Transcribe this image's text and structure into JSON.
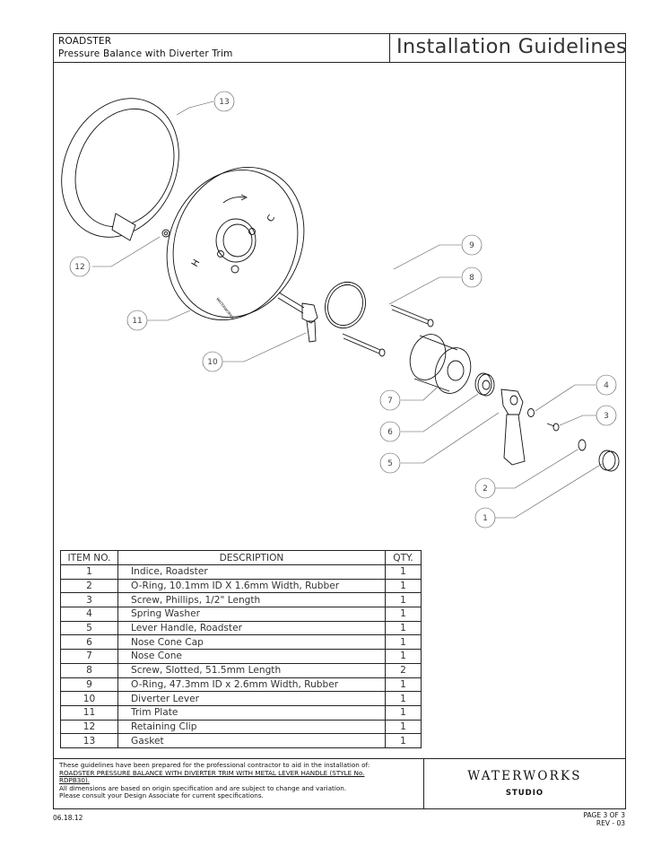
{
  "header": {
    "product": "ROADSTER",
    "subtitle": "Pressure Balance with Diverter Trim",
    "title": "Installation Guidelines"
  },
  "callouts": [
    "13",
    "12",
    "11",
    "10",
    "9",
    "8",
    "7",
    "6",
    "5",
    "4",
    "3",
    "2",
    "1"
  ],
  "bom": {
    "headers": {
      "item": "ITEM NO.",
      "description": "DESCRIPTION",
      "qty": "QTY."
    },
    "rows": [
      {
        "item": "1",
        "description": "Indice, Roadster",
        "qty": "1"
      },
      {
        "item": "2",
        "description": "O-Ring, 10.1mm ID X 1.6mm Width, Rubber",
        "qty": "1"
      },
      {
        "item": "3",
        "description": "Screw, Phillips, 1/2\" Length",
        "qty": "1"
      },
      {
        "item": "4",
        "description": "Spring Washer",
        "qty": "1"
      },
      {
        "item": "5",
        "description": "Lever Handle, Roadster",
        "qty": "1"
      },
      {
        "item": "6",
        "description": "Nose Cone Cap",
        "qty": "1"
      },
      {
        "item": "7",
        "description": "Nose Cone",
        "qty": "1"
      },
      {
        "item": "8",
        "description": "Screw, Slotted, 51.5mm Length",
        "qty": "2"
      },
      {
        "item": "9",
        "description": "O-Ring, 47.3mm ID x 2.6mm Width, Rubber",
        "qty": "1"
      },
      {
        "item": "10",
        "description": "Diverter Lever",
        "qty": "1"
      },
      {
        "item": "11",
        "description": "Trim Plate",
        "qty": "1"
      },
      {
        "item": "12",
        "description": "Retaining Clip",
        "qty": "1"
      },
      {
        "item": "13",
        "description": "Gasket",
        "qty": "1"
      }
    ]
  },
  "footer": {
    "line1": "These guidelines have been prepared for the professional contractor to aid in the installation of:",
    "line2": "ROADSTER PRESSURE BALANCE WITH DIVERTER TRIM WITH METAL LEVER HANDLE (STYLE No.",
    "line3": "RDPB30).",
    "line4": "All dimensions are based on origin specification and are subject to change and variation.",
    "line5": "Please consult your Design Associate for current specifications.",
    "brand": "WATERWORKS",
    "studio": "STUDIO",
    "date": "06.18.12",
    "page": "PAGE 3 OF 3",
    "rev": "REV - 03"
  },
  "plate_markings": {
    "hot": "H",
    "cold": "C",
    "logo": "WATERWORKS"
  }
}
